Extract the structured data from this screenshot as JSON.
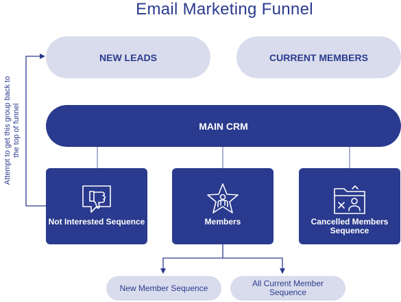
{
  "title": "Email Marketing Funnel",
  "top": {
    "new_leads": "NEW LEADS",
    "current_members": "CURRENT MEMBERS"
  },
  "crm": "MAIN CRM",
  "cards": [
    {
      "label": "Not Interested Sequence",
      "icon": "thumbs-down-icon"
    },
    {
      "label": "Members",
      "icon": "member-star-icon"
    },
    {
      "label": "Cancelled Members Sequence",
      "icon": "cancelled-member-folder-icon"
    }
  ],
  "sequences": {
    "new_member": "New Member Sequence",
    "all_current": "All Current Member Sequence"
  },
  "side_note": "Attempt to get this group back to the top of funnel",
  "colors": {
    "primary": "#2a3a8e",
    "light": "#d9dcec",
    "connector": "#7f89b8"
  }
}
